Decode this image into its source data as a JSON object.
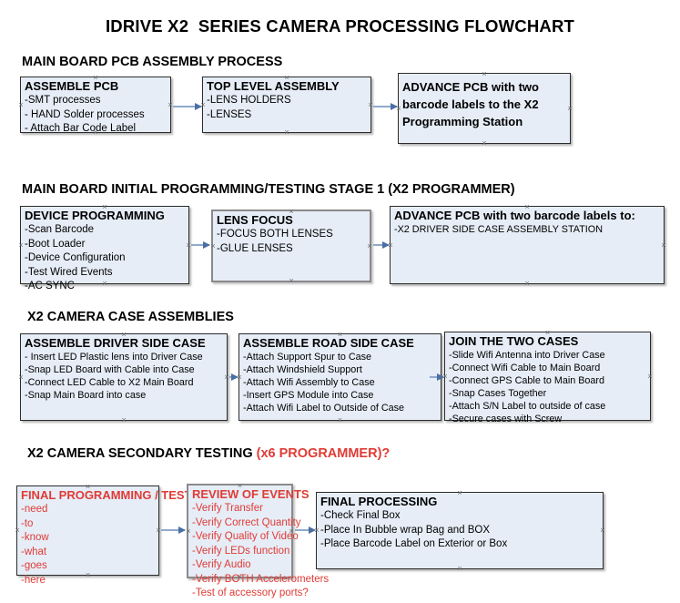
{
  "document": {
    "title": "IDRIVE X2  SERIES CAMERA PROCESSING FLOWCHART"
  },
  "sections": [
    {
      "id": "main-board-pcb-assembly",
      "heading": "MAIN BOARD PCB ASSEMBLY PROCESS",
      "accent": ""
    },
    {
      "id": "main-board-initial-programming",
      "heading": "MAIN BOARD INITIAL PROGRAMMING/TESTING STAGE 1 (X2 PROGRAMMER)",
      "accent": ""
    },
    {
      "id": "x2-camera-case-assemblies",
      "heading": "X2 CAMERA CASE ASSEMBLIES",
      "accent": ""
    },
    {
      "id": "x2-camera-secondary-testing",
      "heading": "X2 CAMERA SECONDARY TESTING ",
      "accent": "(x6 PROGRAMMER)?"
    }
  ],
  "boxes": {
    "assemble_pcb": {
      "title": "ASSEMBLE PCB",
      "lines": [
        "-SMT processes",
        "- HAND Solder processes",
        "- Attach Bar Code Label"
      ]
    },
    "top_level_assembly": {
      "title": "TOP LEVEL ASSEMBLY",
      "lines": [
        "-LENS HOLDERS",
        "-LENSES"
      ]
    },
    "advance_pcb_programming_station": {
      "title": "ADVANCE PCB with two barcode labels to the  X2 Programming Station",
      "lines": []
    },
    "device_programming": {
      "title": "DEVICE PROGRAMMING",
      "lines": [
        "-Scan Barcode",
        "-Boot Loader",
        "-Device Configuration",
        "-Test Wired Events",
        "-AC SYNC"
      ]
    },
    "lens_focus": {
      "title": "LENS FOCUS",
      "lines": [
        "-FOCUS BOTH LENSES",
        "-GLUE LENSES"
      ]
    },
    "advance_pcb_driver_side": {
      "title": "ADVANCE PCB with two barcode labels to:",
      "lines": [
        "-X2 DRIVER  SIDE  CASE  ASSEMBLY STATION"
      ]
    },
    "assemble_driver_side_case": {
      "title": "ASSEMBLE DRIVER SIDE CASE",
      "lines": [
        "- Insert LED Plastic lens into Driver Case",
        "-Snap LED Board with Cable into Case",
        "-Connect LED Cable to X2 Main Board",
        "-Snap Main Board into case"
      ]
    },
    "assemble_road_side_case": {
      "title": "ASSEMBLE ROAD SIDE CASE",
      "lines": [
        "-Attach Support Spur to Case",
        "-Attach Windshield Support",
        "-Attach Wifi Assembly to Case",
        "-Insert GPS Module into Case",
        "-Attach Wifi Label to Outside of Case"
      ]
    },
    "join_the_two_cases": {
      "title": "JOIN THE TWO CASES",
      "lines": [
        "-Slide Wifi Antenna into Driver Case",
        "-Connect Wifi Cable to Main Board",
        "-Connect GPS Cable to Main Board",
        "-Snap Cases Together",
        "-Attach S/N Label to outside of case",
        "-Secure cases with Screw"
      ]
    },
    "final_programming_testing": {
      "title": "FINAL PROGRAMMING / TESTING",
      "lines": [
        "-need",
        "-to",
        "-know",
        "-what",
        "-goes",
        "-here"
      ]
    },
    "review_of_events": {
      "title": "REVIEW OF EVENTS",
      "lines": [
        "-Verify Transfer",
        "-Verify Correct Quantity",
        "-Verify Quality of Video",
        "-Verify LEDs function",
        "-Verify Audio",
        "-Verify BOTH Accelerometers",
        "-Test of accessory ports?"
      ]
    },
    "final_processing": {
      "title": "FINAL PROCESSING",
      "lines": [
        "-Check Final Box",
        "-Place In Bubble wrap Bag and BOX",
        "-Place Barcode Label on Exterior or Box"
      ]
    }
  },
  "colors": {
    "box_fill": "#e6edf7",
    "box_border": "#2b2b2b",
    "box_border_thick": "#8a8a8a",
    "accent_red": "#e03b35",
    "arrow_line": "#8faacd",
    "arrow_head": "#4a6fa5",
    "handle": "#6d6d6d",
    "text": "#000000",
    "background": "#ffffff"
  }
}
